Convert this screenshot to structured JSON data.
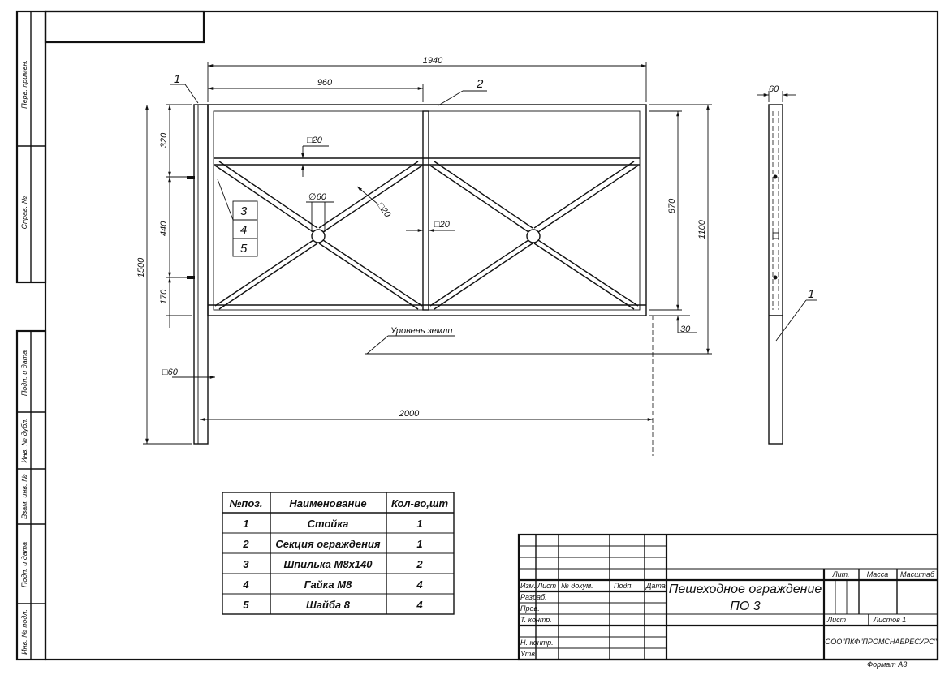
{
  "side_strip": {
    "labels": [
      "Перв. примен.",
      "Справ. №",
      "Подп. и дата",
      "Инв. № дубл.",
      "Взам. инв. №",
      "Подп. и дата",
      "Инв. № подл."
    ]
  },
  "drawing": {
    "dim_total_width": "1940",
    "dim_half_width": "960",
    "dim_top_band": "320",
    "dim_middle": "440",
    "dim_bottom_band": "170",
    "dim_post_height": "1500",
    "dim_inner_height": "870",
    "dim_total_height": "1100",
    "dim_ground_gap": "30",
    "dim_post_section": "□60",
    "dim_pipe_1": "□20",
    "dim_pipe_2": "□20",
    "dim_pipe_3": "□20",
    "dim_circle": "∅60",
    "dim_spacing": "2000",
    "dim_side_width": "60",
    "ground_label": "Уровень земли",
    "callout_1": "1",
    "callout_2": "2",
    "callout_3": "3",
    "callout_4": "4",
    "callout_5": "5",
    "callout_side_1": "1"
  },
  "spec_table": {
    "headers": [
      "№поз.",
      "Наименование",
      "Кол-во,шт"
    ],
    "rows": [
      [
        "1",
        "Стойка",
        "1"
      ],
      [
        "2",
        "Секция ограждения",
        "1"
      ],
      [
        "3",
        "Шпилька М8х140",
        "2"
      ],
      [
        "4",
        "Гайка М8",
        "4"
      ],
      [
        "5",
        "Шайба 8",
        "4"
      ]
    ]
  },
  "title_block": {
    "col_headers": [
      "Изм.",
      "Лист",
      "№ докум.",
      "Подп.",
      "Дата"
    ],
    "row_labels": [
      "Разраб.",
      "Пров.",
      "Т. контр.",
      "Н. контр.",
      "Утв."
    ],
    "title_line1": "Пешеходное ограждение",
    "title_line2": "ПО 3",
    "lit_label": "Лит.",
    "mass_label": "Масса",
    "scale_label": "Масштаб",
    "sheet_label": "Лист",
    "sheets_label": "Листов 1",
    "company": "ООО\"ПКФ\"ПРОМСНАБРЕСУРС\"",
    "format": "Формат А3"
  }
}
